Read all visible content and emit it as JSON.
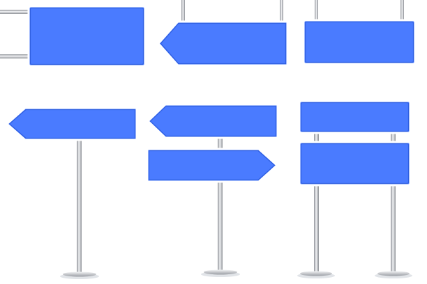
{
  "colors": {
    "sign_fill": "#4a7bff",
    "sign_rim": "#2f5fe0",
    "pole_light": "#e6e7ea",
    "pole_dark": "#8e9197"
  },
  "signs": [
    {
      "type": "rectangle",
      "mount": "wall-bracket"
    },
    {
      "type": "arrow-left",
      "mount": "hanging"
    },
    {
      "type": "rectangle",
      "mount": "hanging"
    },
    {
      "type": "arrow-left",
      "mount": "single-pole"
    },
    {
      "type": "arrow-left-and-arrow-right",
      "mount": "single-pole"
    },
    {
      "type": "two-rectangles",
      "mount": "double-pole"
    }
  ]
}
